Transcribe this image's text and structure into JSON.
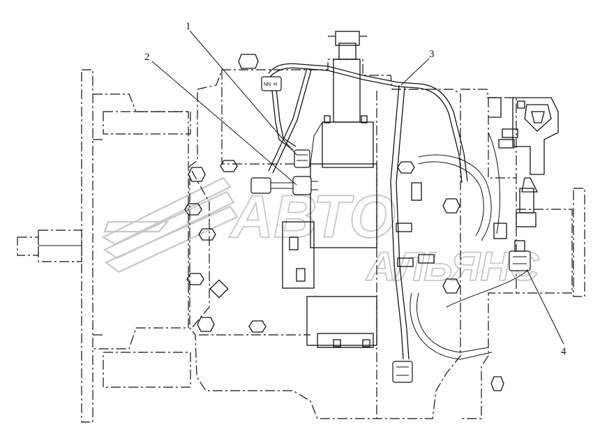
{
  "diagram": {
    "callouts": [
      {
        "id": "1",
        "label": "1"
      },
      {
        "id": "2",
        "label": "2"
      },
      {
        "id": "3",
        "label": "3"
      },
      {
        "id": "4",
        "label": "4"
      }
    ],
    "connector_labels": [
      "NN",
      "H"
    ],
    "watermark": {
      "line1": "АВТО",
      "line2": "АЛЬЯНС"
    },
    "line_color": "#111111",
    "watermark_color": "#c8c8c8",
    "background": "#ffffff"
  }
}
